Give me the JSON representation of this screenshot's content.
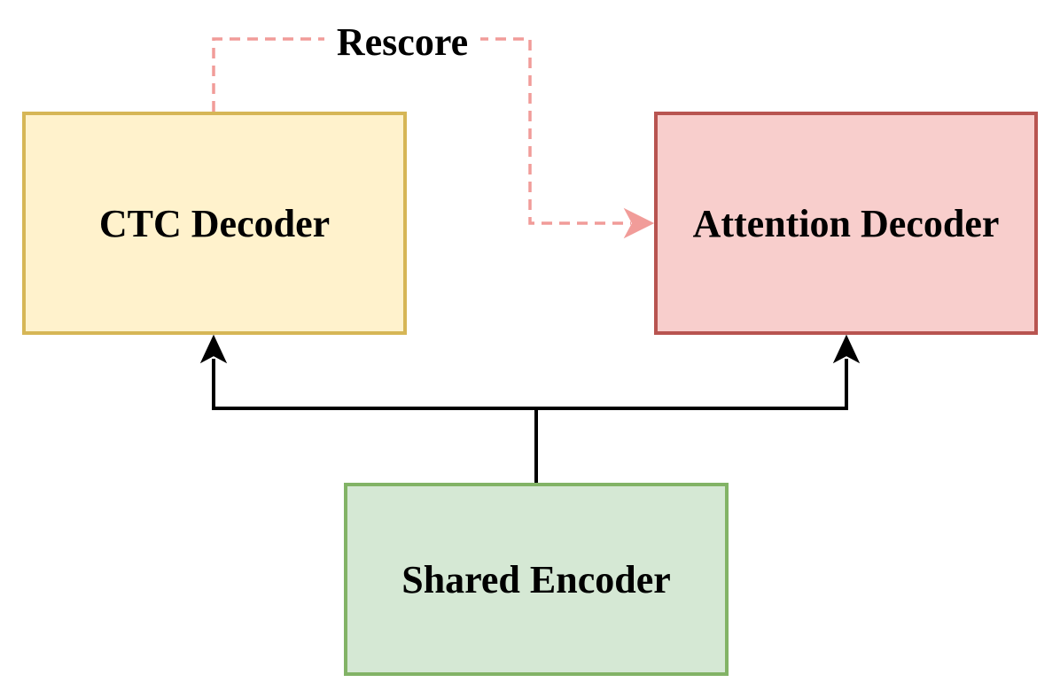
{
  "boxes": {
    "ctc_decoder": {
      "label": "CTC Decoder",
      "fill": "#fff2cc",
      "stroke": "#d6b656"
    },
    "attention_decoder": {
      "label": "Attention Decoder",
      "fill": "#f8cecc",
      "stroke": "#b85450"
    },
    "shared_encoder": {
      "label": "Shared Encoder",
      "fill": "#d5e8d4",
      "stroke": "#82b366"
    }
  },
  "edges": {
    "rescore": {
      "label": "Rescore",
      "color": "#f19c99",
      "style": "dashed"
    },
    "encoder_to_decoders": {
      "color": "#000000",
      "style": "solid"
    }
  }
}
